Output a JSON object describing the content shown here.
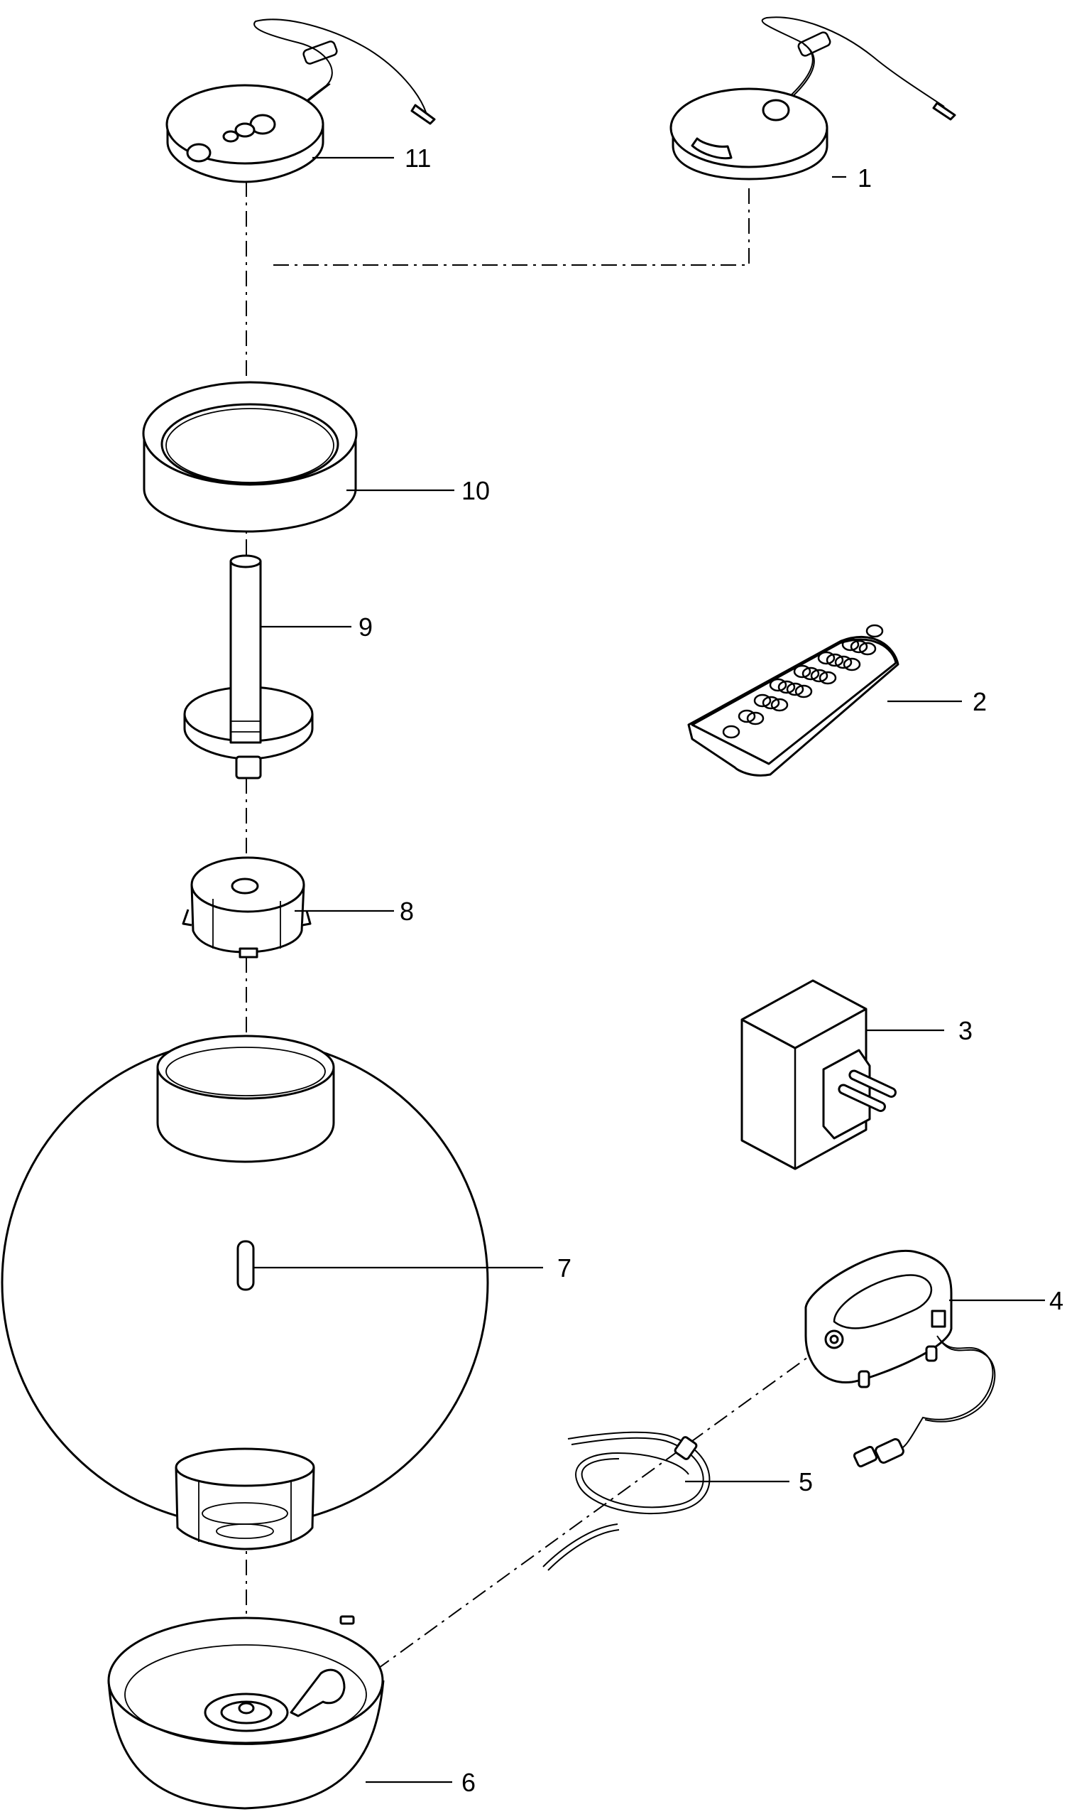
{
  "parts": [
    {
      "id": "lid-rgb",
      "number": "1"
    },
    {
      "id": "remote-control",
      "number": "2"
    },
    {
      "id": "power-adapter",
      "number": "3"
    },
    {
      "id": "air-pump",
      "number": "4"
    },
    {
      "id": "air-tube",
      "number": "5"
    },
    {
      "id": "base",
      "number": "6"
    },
    {
      "id": "air-stone",
      "number": "7"
    },
    {
      "id": "filter-cartridge",
      "number": "8"
    },
    {
      "id": "filter-tube",
      "number": "9"
    },
    {
      "id": "top-ring",
      "number": "10"
    },
    {
      "id": "lid-standard",
      "number": "11"
    }
  ]
}
